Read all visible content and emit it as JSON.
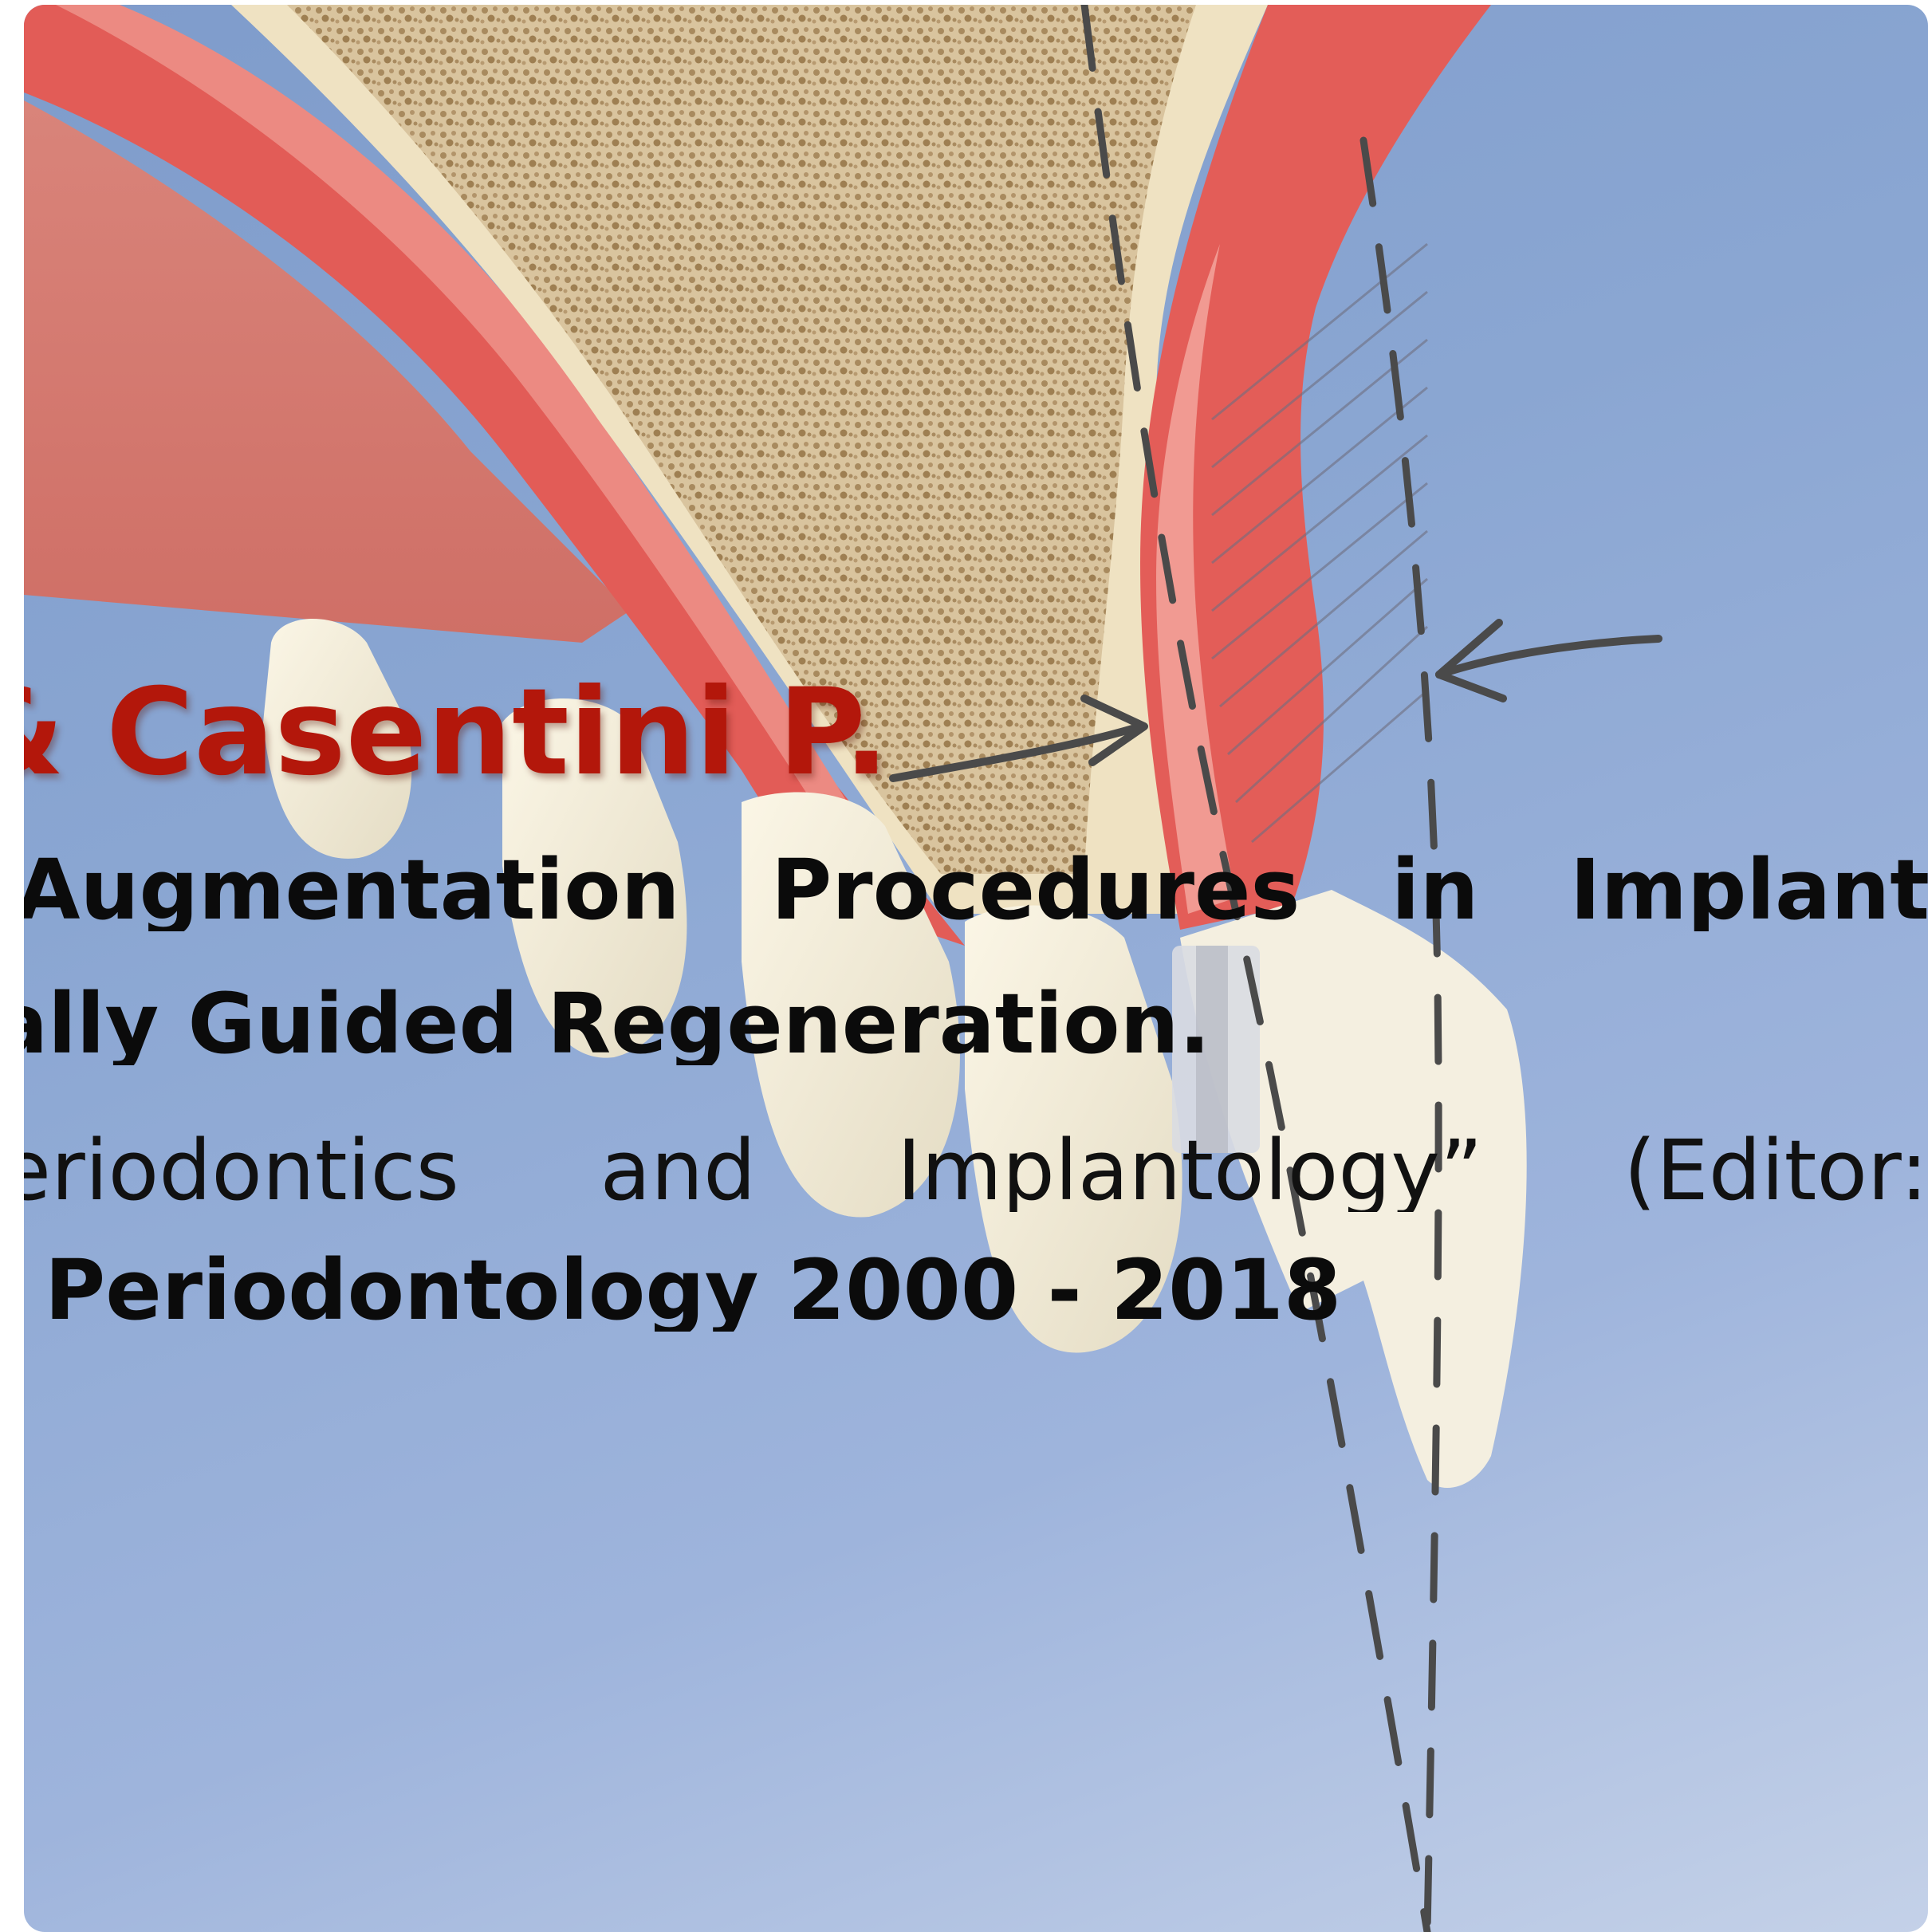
{
  "slide": {
    "authors": "& Casentini P.",
    "title_line1": "Augmentation Procedures in Implant",
    "title_line2": "ally Guided Regeneration.",
    "citation_line1": "eriodontics and Implantology” (Editor:",
    "citation_line2": "Periodontology 2000 - 2018"
  },
  "illustration": {
    "subject": "cross-section of upper jaw bone with teeth, gingiva, dashed implant axis lines and arrows",
    "colors": {
      "background": "#8aa6d2",
      "gingiva": "#e0645e",
      "bone": "#d8c39c",
      "teeth": "#f3ecd8",
      "title_red": "#b3170b"
    }
  }
}
